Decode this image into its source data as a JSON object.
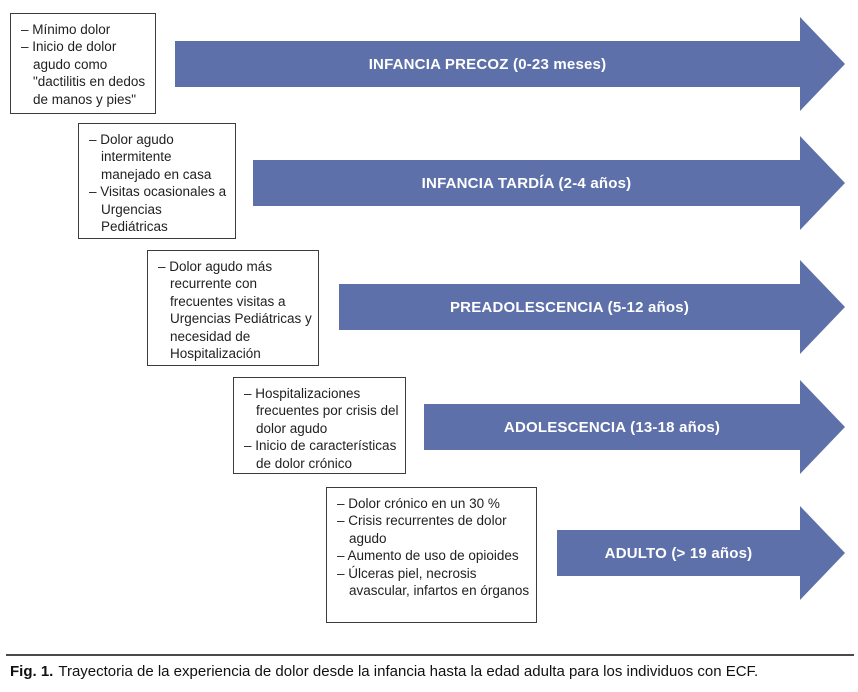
{
  "figure": {
    "caption_label": "Fig. 1.",
    "caption_text": "Trayectoria de la experiencia de dolor desde la infancia hasta la edad adulta para los individuos con ECF."
  },
  "colors": {
    "arrow": "#5e70aa",
    "arrow_text": "#ffffff",
    "box_border": "#3c3c3c",
    "box_text": "#1f1f1f",
    "divider": "#4a4a4a",
    "caption_text": "#111111"
  },
  "stages": [
    {
      "label": "INFANCIA PRECOZ (0-23 meses)",
      "items": [
        "– Mínimo dolor",
        "– Inicio de dolor agudo como \"dactilitis en dedos de manos y pies\""
      ]
    },
    {
      "label": "INFANCIA TARDÍA (2-4 años)",
      "items": [
        "– Dolor agudo intermitente manejado en casa",
        "– Visitas ocasionales a Urgencias Pediátricas"
      ]
    },
    {
      "label": "PREADOLESCENCIA (5-12 años)",
      "items": [
        "– Dolor agudo más recurrente con frecuentes visitas a Urgencias Pediátricas y necesidad de Hospitalización"
      ]
    },
    {
      "label": "ADOLESCENCIA (13-18 años)",
      "items": [
        "– Hospitalizaciones frecuentes por crisis del dolor agudo",
        "– Inicio de características de dolor crónico"
      ]
    },
    {
      "label": "ADULTO (> 19 años)",
      "items": [
        "– Dolor crónico en un 30 %",
        "– Crisis recurrentes de dolor agudo",
        "– Aumento de uso de opioides",
        "– Úlceras piel, necrosis avascular, infartos en órganos"
      ]
    }
  ]
}
